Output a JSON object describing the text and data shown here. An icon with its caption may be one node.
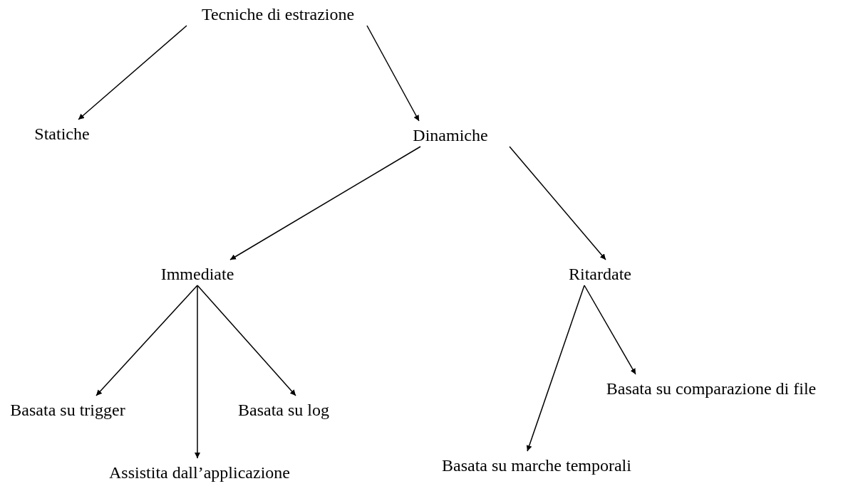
{
  "diagram": {
    "nodes": [
      {
        "text": [
          "Tecniche di estrazione"
        ]
      },
      {
        "text": [
          "Statiche"
        ]
      },
      {
        "text": [
          "Dinamiche"
        ]
      },
      {
        "text": [
          "Immediate"
        ]
      },
      {
        "text": [
          "Ritardate"
        ]
      },
      {
        "text": [
          "Basata su trigger"
        ]
      },
      {
        "text": [
          "Assistita dall’applicazione"
        ]
      },
      {
        "text": [
          "Basata su log"
        ]
      },
      {
        "text": [
          "Basata su marche temporali"
        ]
      },
      {
        "text": [
          "Basata su comparazione di file"
        ]
      }
    ],
    "edges": [
      {
        "from": 0,
        "to": 1,
        "arrow": "to"
      },
      {
        "from": 0,
        "to": 2,
        "arrow": "to"
      },
      {
        "from": 2,
        "to": 3,
        "arrow": "to"
      },
      {
        "from": 2,
        "to": 4,
        "arrow": "to"
      },
      {
        "from": 3,
        "to": 5,
        "arrow": "to"
      },
      {
        "from": 3,
        "to": 6,
        "arrow": "to"
      },
      {
        "from": 3,
        "to": 7,
        "arrow": "to"
      },
      {
        "from": 4,
        "to": 8,
        "arrow": "to"
      },
      {
        "from": 4,
        "to": 9,
        "arrow": "to"
      }
    ]
  }
}
